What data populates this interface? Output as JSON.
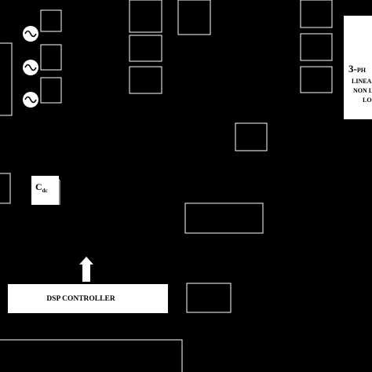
{
  "diagram": {
    "controller_label": "DSP CONTROLLER",
    "capacitor": {
      "symbol": "C",
      "subscript": "dc"
    },
    "load_block": {
      "line1_prefix": "3-",
      "line1_rest": "PH",
      "line2": "LINEA",
      "line3": "NON L",
      "line4": "LO"
    },
    "source_symbol": "ac-source-icon",
    "arrow_direction": "up",
    "colors": {
      "background": "#000000",
      "block": "#ffffff",
      "text": "#000000"
    }
  }
}
